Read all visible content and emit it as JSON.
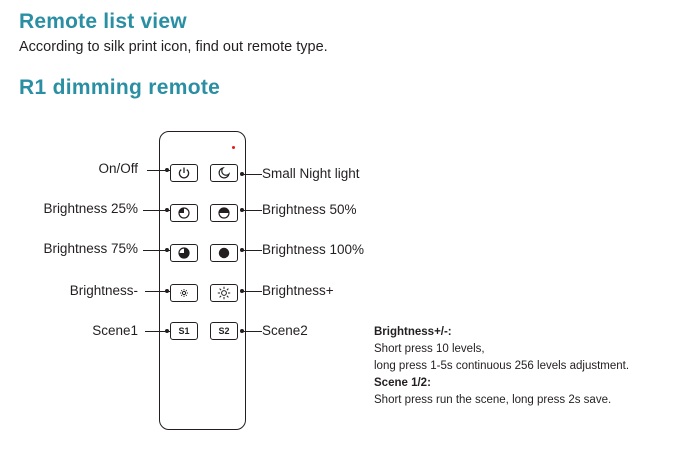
{
  "header": {
    "title": "Remote list view",
    "subtitle": "According to silk print icon, find out remote type."
  },
  "section": {
    "title": "R1  dimming remote"
  },
  "buttons": {
    "on_off": {
      "label": "On/Off",
      "icon": "power-icon"
    },
    "night_light": {
      "label": "Small Night light",
      "icon": "moon-icon"
    },
    "b25": {
      "label": "Brightness 25%",
      "icon": "quarter-circle-icon"
    },
    "b50": {
      "label": "Brightness 50%",
      "icon": "half-circle-icon"
    },
    "b75": {
      "label": "Brightness 75%",
      "icon": "three-quarter-circle-icon"
    },
    "b100": {
      "label": "Brightness 100%",
      "icon": "full-circle-icon"
    },
    "b_minus": {
      "label": "Brightness-",
      "icon": "sun-small-icon"
    },
    "b_plus": {
      "label": "Brightness+",
      "icon": "sun-large-icon"
    },
    "scene1": {
      "label": "Scene1",
      "key_text": "S1"
    },
    "scene2": {
      "label": "Scene2",
      "key_text": "S2"
    }
  },
  "notes": {
    "brightness_title": "Brightness+/-:",
    "brightness_line1": "Short press 10 levels,",
    "brightness_line2": "long press 1-5s continuous 256 levels adjustment.",
    "scene_title": "Scene 1/2:",
    "scene_line1": "Short press run the scene, long press 2s save."
  },
  "colors": {
    "heading": "#2a8fa3",
    "text": "#231f20",
    "led": "#e21b23"
  }
}
